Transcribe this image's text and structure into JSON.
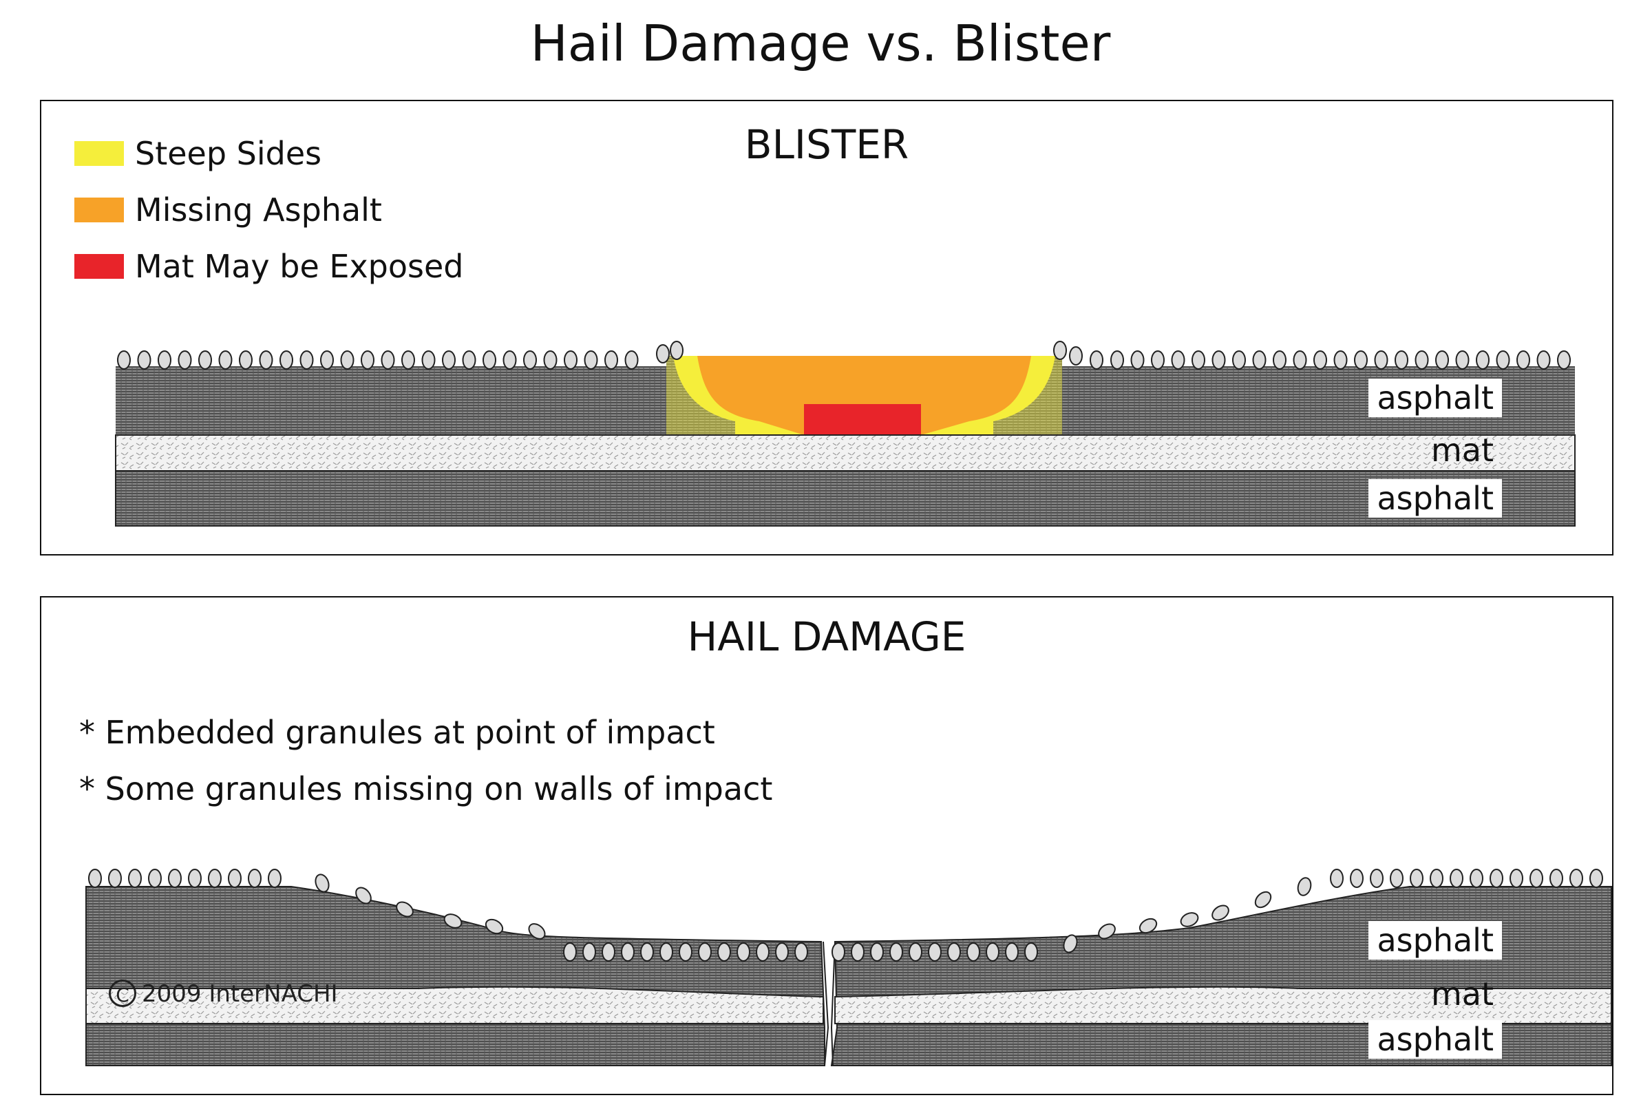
{
  "title": "Hail Damage vs. Blister",
  "blister": {
    "heading": "BLISTER",
    "legend": [
      {
        "label": "Steep Sides",
        "color": "#f5ee3b"
      },
      {
        "label": "Missing Asphalt",
        "color": "#f7a228"
      },
      {
        "label": "Mat May be Exposed",
        "color": "#e8242a"
      }
    ],
    "layers": [
      "asphalt",
      "mat",
      "asphalt"
    ]
  },
  "hail": {
    "heading": "HAIL DAMAGE",
    "notes": [
      "* Embedded granules at point of impact",
      "* Some granules missing on walls of impact"
    ],
    "layers": [
      "asphalt",
      "mat",
      "asphalt"
    ],
    "copyright": "2009 InterNACHI"
  },
  "colors": {
    "asphalt": "#6e6e6e",
    "mat": "#efefef",
    "granule": "#dcdcdc"
  }
}
